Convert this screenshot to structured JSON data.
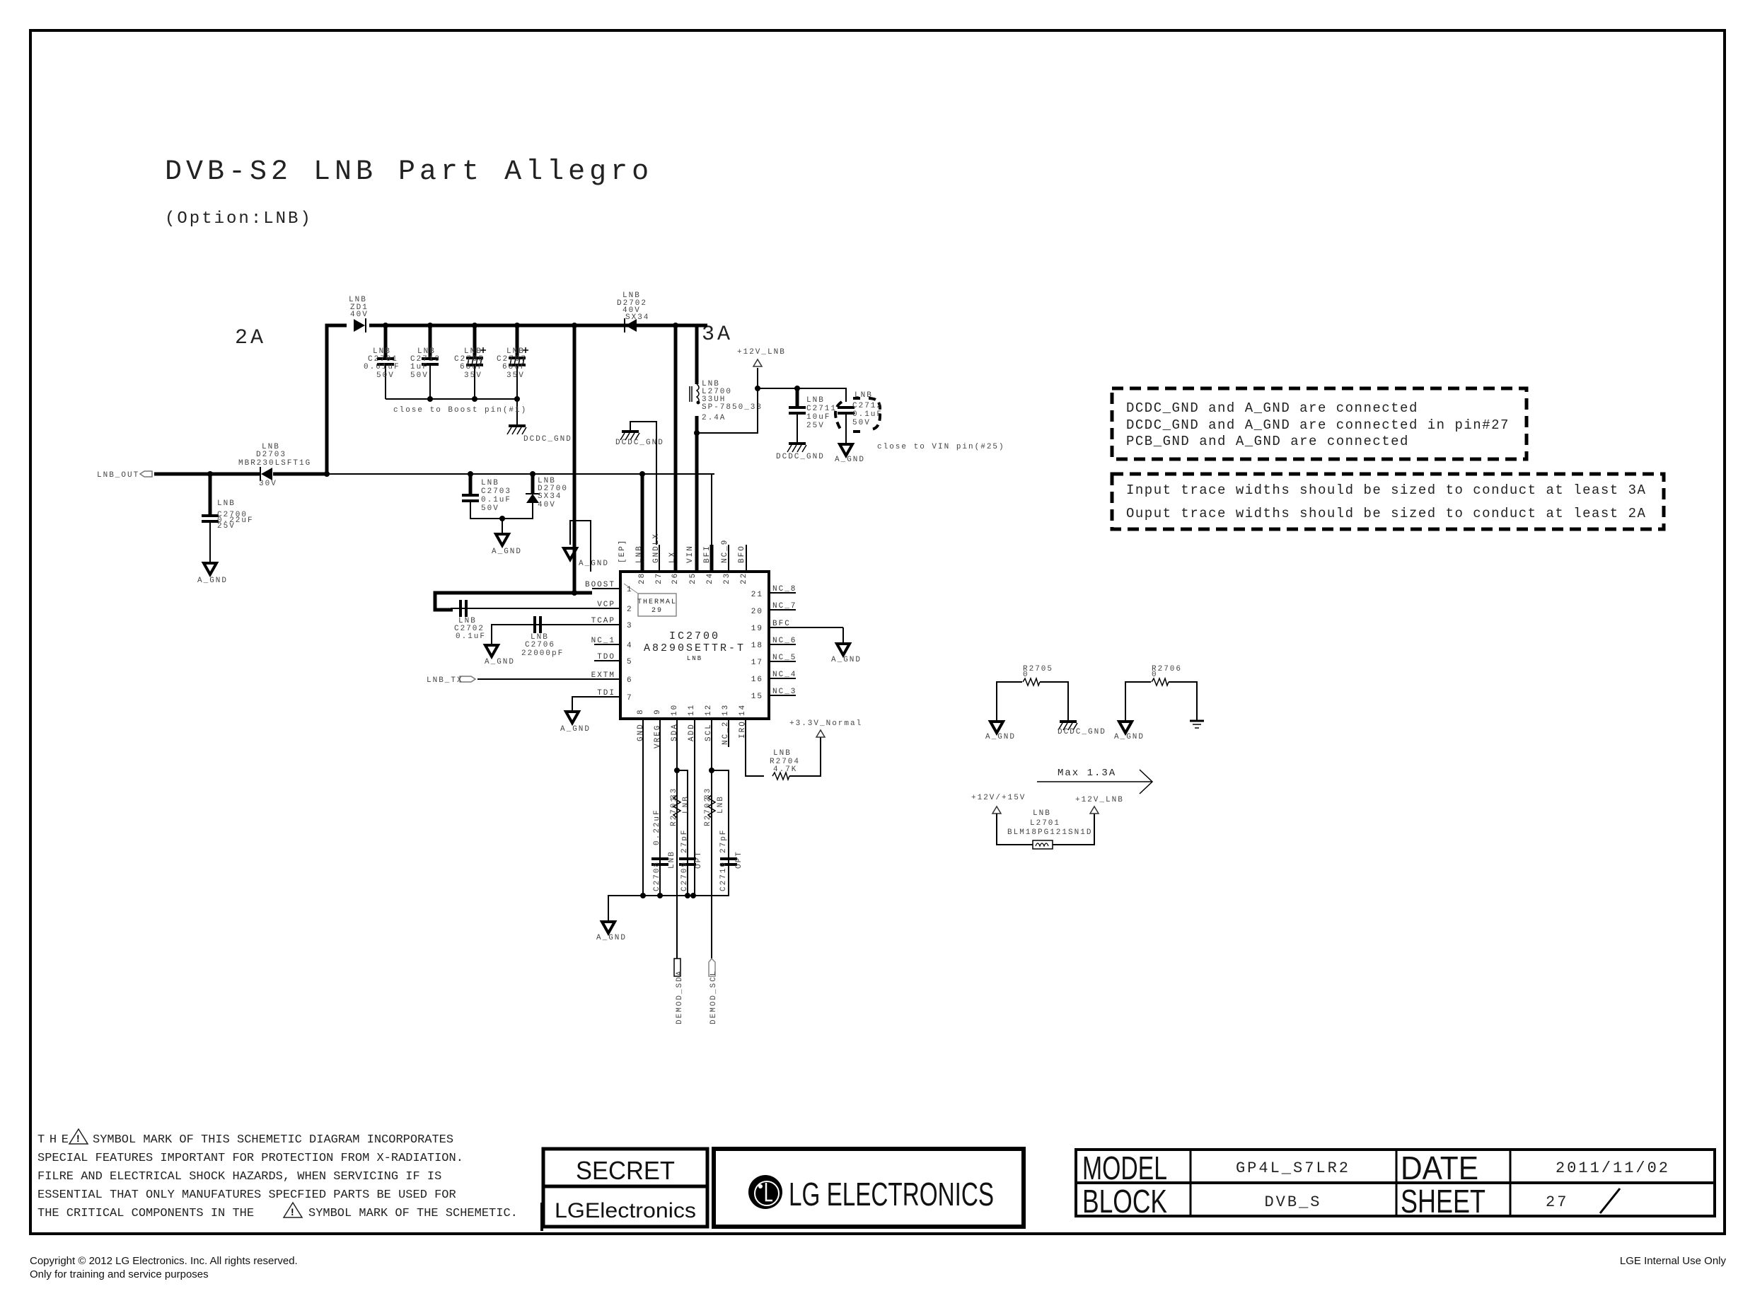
{
  "sheet": {
    "title": "DVB-S2 LNB Part Allegro",
    "subtitle": "(Option:LNB)",
    "current_labels": {
      "output": "2A",
      "input": "3A"
    }
  },
  "components": {
    "ZD1": {
      "opt": "LNB",
      "ref": "ZD1",
      "value": "40V"
    },
    "D2702": {
      "opt": "LNB",
      "ref": "D2702",
      "value": "40V",
      "part": "SX34"
    },
    "C2701": {
      "opt": "LNB",
      "ref": "C2701",
      "value": "0.01uF",
      "voltage": "50V"
    },
    "C2713": {
      "opt": "LNB",
      "ref": "C2713",
      "value": "1uF",
      "voltage": "50V"
    },
    "C2705": {
      "opt": "LNB",
      "ref": "C2705",
      "value": "68uF",
      "voltage": "35V"
    },
    "C2707": {
      "opt": "LNB",
      "ref": "C2707",
      "value": "68uF",
      "voltage": "35V"
    },
    "boost_note": "close to Boost pin(#1)",
    "L2700": {
      "opt": "LNB",
      "ref": "L2700",
      "value": "33UH",
      "part": "SP-7850_33",
      "current": "2.4A"
    },
    "C2711": {
      "opt": "LNB",
      "ref": "C2711",
      "value": "10uF",
      "voltage": "25V"
    },
    "C2712": {
      "opt": "LNB",
      "ref": "C2712",
      "value": "0.1uF",
      "voltage": "50V"
    },
    "vin_note": "close to VIN pin(#25)",
    "D2703": {
      "opt": "LNB",
      "ref": "D2703",
      "part": "MBR230LSFT1G",
      "value": "30V"
    },
    "C2700": {
      "opt": "LNB",
      "ref": "C2700",
      "value": "0.22uF",
      "voltage": "25V"
    },
    "C2703": {
      "opt": "LNB",
      "ref": "C2703",
      "value": "0.1uF",
      "voltage": "50V"
    },
    "D2700": {
      "opt": "LNB",
      "ref": "D2700",
      "part": "SX34",
      "value": "40V"
    },
    "C2702": {
      "opt": "LNB",
      "ref": "C2702",
      "value": "0.1uF"
    },
    "C2706": {
      "opt": "LNB",
      "ref": "C2706",
      "value": "22000pF"
    },
    "R2704": {
      "opt": "LNB",
      "ref": "R2704",
      "value": "4.7K"
    },
    "R2701": {
      "ref": "R2701",
      "value": "33",
      "opt": "LNB"
    },
    "R2702": {
      "ref": "R2702",
      "value": "33",
      "opt": "LNB"
    },
    "C2708": {
      "ref": "C2708",
      "value": "0.22uF",
      "opt": "LNB"
    },
    "C2709": {
      "ref": "C2709",
      "value": "27pF",
      "opt": "OPT"
    },
    "C2710": {
      "ref": "C2710",
      "value": "27pF",
      "opt": "OPT"
    },
    "R2705": {
      "ref": "R2705",
      "value": "0"
    },
    "R2706": {
      "ref": "R2706",
      "value": "0"
    },
    "L2701": {
      "opt": "LNB",
      "ref": "L2701",
      "part": "BLM18PG121SN1D"
    }
  },
  "ic": {
    "ref": "IC2700",
    "part": "A8290SETTR-T",
    "opt": "LNB",
    "thermal": "THERMAL",
    "thermal_pin": "29",
    "left_pins": [
      {
        "num": "1",
        "name": "BOOST"
      },
      {
        "num": "2",
        "name": "VCP"
      },
      {
        "num": "3",
        "name": "TCAP"
      },
      {
        "num": "4",
        "name": "NC_1"
      },
      {
        "num": "5",
        "name": "TDO"
      },
      {
        "num": "6",
        "name": "EXTM"
      },
      {
        "num": "7",
        "name": "TDI"
      }
    ],
    "right_pins": [
      {
        "num": "21",
        "name": "NC_8"
      },
      {
        "num": "20",
        "name": "NC_7"
      },
      {
        "num": "19",
        "name": "BFC"
      },
      {
        "num": "18",
        "name": "NC_6"
      },
      {
        "num": "17",
        "name": "NC_5"
      },
      {
        "num": "16",
        "name": "NC_4"
      },
      {
        "num": "15",
        "name": "NC_3"
      }
    ],
    "top_pins": [
      {
        "num": "",
        "name": "[EP]"
      },
      {
        "num": "28",
        "name": "LNB"
      },
      {
        "num": "27",
        "name": "GNDLX"
      },
      {
        "num": "26",
        "name": "LX"
      },
      {
        "num": "25",
        "name": "VIN"
      },
      {
        "num": "24",
        "name": "BFI"
      },
      {
        "num": "23",
        "name": "NC_9"
      },
      {
        "num": "22",
        "name": "BFO"
      }
    ],
    "bottom_pins": [
      {
        "num": "8",
        "name": "GND"
      },
      {
        "num": "9",
        "name": "VREG"
      },
      {
        "num": "10",
        "name": "SDA"
      },
      {
        "num": "11",
        "name": "ADD"
      },
      {
        "num": "12",
        "name": "SCL"
      },
      {
        "num": "13",
        "name": "NC_2"
      },
      {
        "num": "14",
        "name": "IRQ"
      }
    ]
  },
  "nets": {
    "lnb_out": "LNB_OUT",
    "lnb_tx": "LNB_TX",
    "demod_sda": "DEMOD_SDA",
    "demod_scl": "DEMOD_SCL",
    "v12_lnb": "+12V_LNB",
    "v33": "+3.3V_Normal",
    "v12_15": "+12V/+15V",
    "a_gnd": "A_GND",
    "dcdc_gnd": "DCDC_GND"
  },
  "notes": {
    "ground_box": [
      "DCDC_GND and A_GND are connected",
      "DCDC_GND and A_GND are connected in pin#27",
      "PCB_GND and A_GND are connected"
    ],
    "trace_box": [
      "Input trace widths should be sized to conduct at least 3A",
      "Ouput trace widths should be sized to conduct at least 2A"
    ],
    "max_current": "Max 1.3A"
  },
  "warning": {
    "lines": [
      [
        "THE",
        "SYMBOL MARK OF THIS SCHEMETIC DIAGRAM INCORPORATES"
      ],
      [
        "SPECIAL FEATURES IMPORTANT FOR PROTECTION FROM X-RADIATION."
      ],
      [
        "FILRE AND ELECTRICAL SHOCK HAZARDS, WHEN SERVICING IF IS"
      ],
      [
        "ESSENTIAL THAT ONLY MANUFATURES SPECFIED PARTS BE USED FOR"
      ],
      [
        "THE CRITICAL COMPONENTS IN THE",
        "SYMBOL MARK OF THE SCHEMETIC."
      ]
    ]
  },
  "title_block": {
    "secret": "SECRET",
    "brand_small": "LGElectronics",
    "brand_large": "LG ELECTRONICS",
    "model_label": "MODEL",
    "model_value": "GP4L_S7LR2",
    "date_label": "DATE",
    "date_value": "2011/11/02",
    "block_label": "BLOCK",
    "block_value": "DVB_S",
    "sheet_label": "SHEET",
    "sheet_value": "27"
  },
  "footer": {
    "copyright": "Copyright © 2012 LG Electronics. Inc. All rights reserved.",
    "purpose": "Only for training and service purposes",
    "internal": "LGE Internal Use Only"
  }
}
